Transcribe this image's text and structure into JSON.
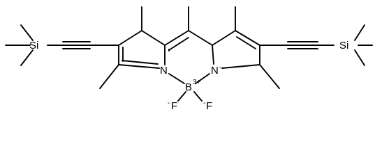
{
  "molecule": {
    "atoms": {
      "si_left": "Si",
      "si_right": "Si",
      "n_left": "N",
      "n_right": "N",
      "n_right_charge": "-",
      "boron": "B",
      "boron_charge": "3+",
      "f_left": "F",
      "f_left_charge": "-",
      "f_right": "F",
      "f_right_charge": "-"
    }
  }
}
